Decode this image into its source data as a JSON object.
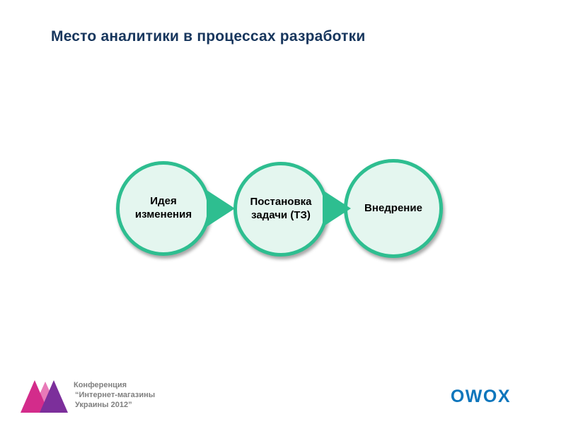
{
  "colors": {
    "title_blue": "#17365D",
    "accent_green": "#2EBE90",
    "circle_fill": "#E4F6EF",
    "owox_blue": "#0E76BC",
    "footer_gray": "#7F7F7F",
    "logo_magenta": "#D32C8B",
    "logo_purple": "#7C2F9B",
    "logo_pink": "#E87AB8"
  },
  "slide": {
    "title": "Место аналитики в процессах разработки"
  },
  "diagram": {
    "type": "process-flow",
    "steps": [
      {
        "label": "Идея изменения"
      },
      {
        "label": "Постановка задачи (ТЗ)"
      },
      {
        "label": "Внедрение"
      }
    ]
  },
  "footer": {
    "conference": {
      "line1": "Конференция",
      "line2": "“Интернет-магазины",
      "line3": "Украины 2012”"
    },
    "brand": "OWOX"
  }
}
